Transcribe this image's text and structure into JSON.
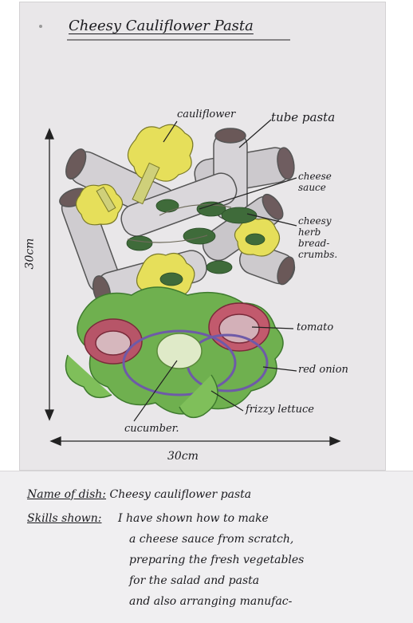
{
  "title": "Cheesy Cauliflower Pasta",
  "labels": {
    "cauliflower": "cauliflower",
    "tube_pasta": "tube pasta",
    "cheese_sauce": "cheese sauce",
    "cheesy_herb": "cheesy herb bread-crumbs.",
    "tomato": "tomato",
    "red_onion": "red onion",
    "frizzy_lettuce": "frizzy lettuce",
    "cucumber": "cucumber."
  },
  "dimensions": {
    "height": "30cm",
    "width": "30cm"
  },
  "notes": {
    "name_label": "Name of dish:",
    "name_value": "Cheesy cauliflower pasta",
    "skills_label": "Skills shown:",
    "skills_lines": [
      "I have shown how to make",
      "a cheese sauce from scratch,",
      "preparing the fresh vegetables",
      "for the salad and pasta",
      "and also arranging manufac-"
    ]
  }
}
